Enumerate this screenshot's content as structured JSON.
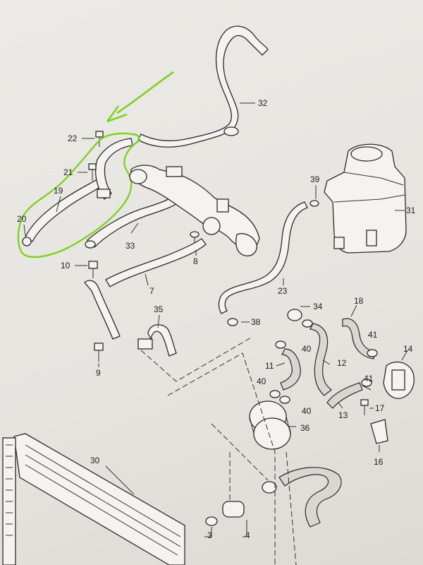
{
  "diagram": {
    "labels": {
      "p22": "22",
      "p21": "21",
      "p19": "19",
      "p20": "20",
      "p32": "32",
      "p33": "33",
      "p8": "8",
      "p10": "10",
      "p7": "7",
      "p39": "39",
      "p31": "31",
      "p23": "23",
      "p35": "35",
      "p9": "9",
      "p38": "38",
      "p34": "34",
      "p18": "18",
      "p40a": "40",
      "p41a": "41",
      "p14": "14",
      "p11": "11",
      "p12": "12",
      "p40b": "40",
      "p40c": "40",
      "p41b": "41",
      "p13": "13",
      "p17": "17",
      "p36": "36",
      "p16": "16",
      "p30": "30",
      "p3": "3",
      "p4": "4"
    },
    "colors": {
      "highlight": "#7ed321",
      "line": "#2a2a2a",
      "paper": "#eceae6"
    }
  }
}
